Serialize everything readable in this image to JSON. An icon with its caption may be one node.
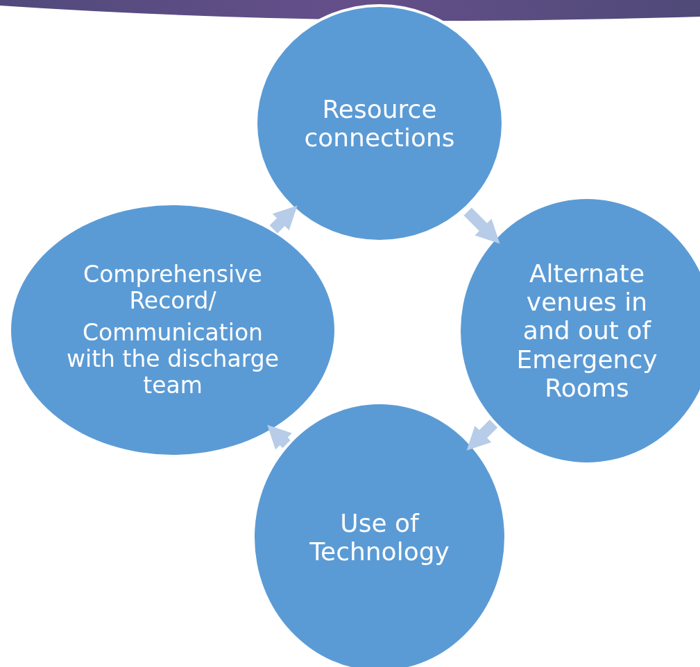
{
  "diagram": {
    "nodes": [
      {
        "text": [
          "Resource connections"
        ]
      },
      {
        "text": [
          "Alternate venues in and out of Emergency Rooms"
        ]
      },
      {
        "text": [
          "Use of Technology"
        ]
      },
      {
        "text": [
          "Comprehensive Record/",
          "Communication with the discharge team"
        ]
      }
    ],
    "edges": [
      {
        "from": 0,
        "to": 1,
        "arrow": "to"
      },
      {
        "from": 1,
        "to": 2,
        "arrow": "to"
      },
      {
        "from": 2,
        "to": 3,
        "arrow": "to"
      },
      {
        "from": 3,
        "to": 0,
        "arrow": "to"
      }
    ]
  }
}
